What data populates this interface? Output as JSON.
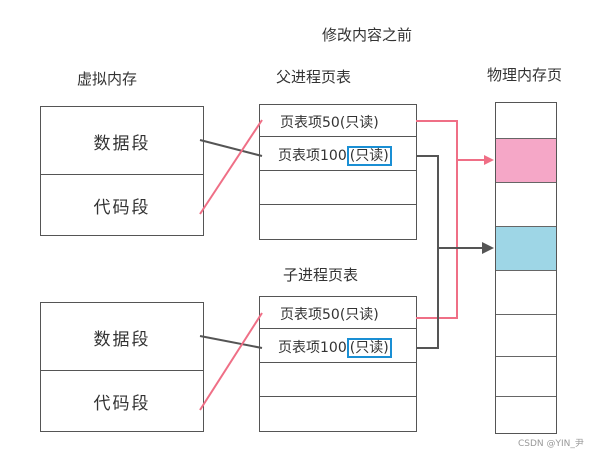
{
  "title": "修改内容之前",
  "headers": {
    "virtual": "虚拟内存",
    "parent_table": "父进程页表",
    "child_table": "子进程页表",
    "physical": "物理内存页"
  },
  "virtual_segments": {
    "data": "数据段",
    "code": "代码段"
  },
  "parent_entries": [
    {
      "prefix": "页表项50",
      "tag": "(只读)",
      "highlight": false
    },
    {
      "prefix": "页表项100",
      "tag": "(只读)",
      "highlight": true
    }
  ],
  "child_entries": [
    {
      "prefix": "页表项50",
      "tag": "(只读)",
      "highlight": false
    },
    {
      "prefix": "页表项100",
      "tag": "(只读)",
      "highlight": true
    }
  ],
  "colors": {
    "pink": "#f5a7c7",
    "blue": "#9ed6e6",
    "pink_arrow": "#ef6f86",
    "dark_arrow": "#555555",
    "highlight_border": "#1a8fd4"
  },
  "credit": "CSDN @YIN_尹"
}
